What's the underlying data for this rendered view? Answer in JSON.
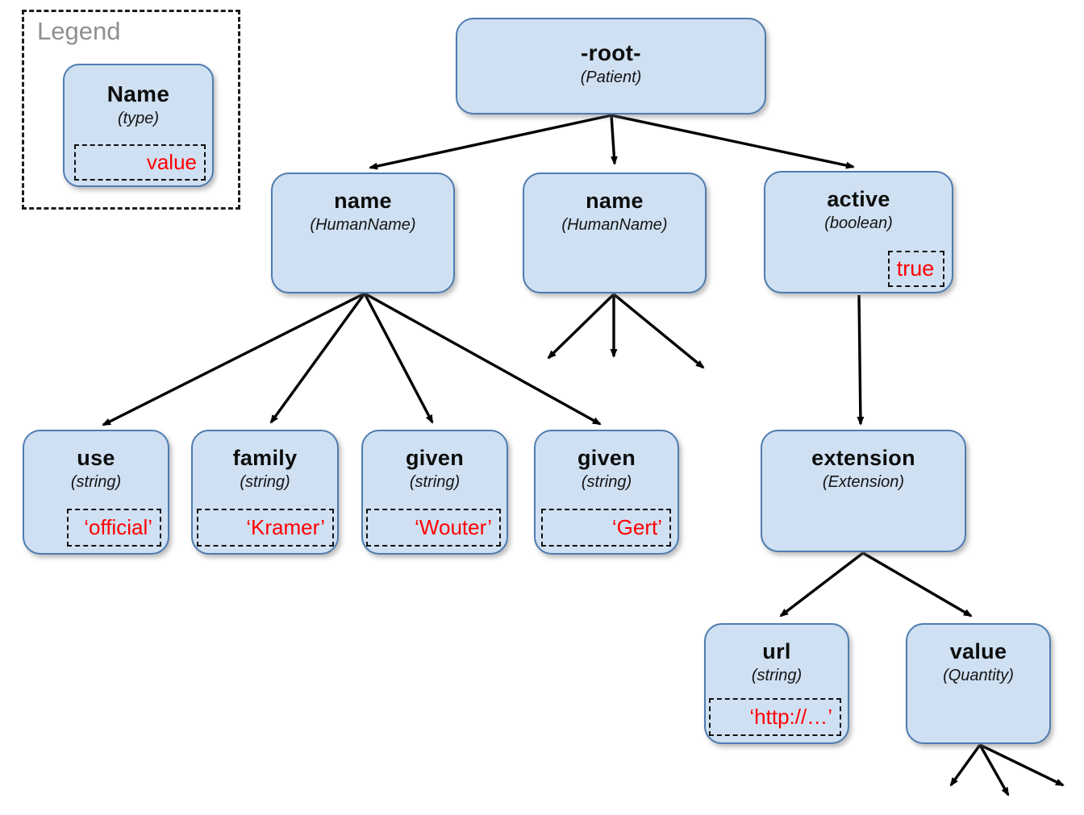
{
  "legend": {
    "title": "Legend",
    "sample": {
      "label": "Name",
      "type": "(type)",
      "value": "value"
    }
  },
  "nodes": {
    "root": {
      "label": "-root-",
      "type": "(Patient)"
    },
    "name1": {
      "label": "name",
      "type": "(HumanName)"
    },
    "name2": {
      "label": "name",
      "type": "(HumanName)"
    },
    "active": {
      "label": "active",
      "type": "(boolean)",
      "value": "true"
    },
    "use": {
      "label": "use",
      "type": "(string)",
      "value": "‘official’"
    },
    "family": {
      "label": "family",
      "type": "(string)",
      "value": "‘Kramer’"
    },
    "given1": {
      "label": "given",
      "type": "(string)",
      "value": "‘Wouter’"
    },
    "given2": {
      "label": "given",
      "type": "(string)",
      "value": "‘Gert’"
    },
    "extension": {
      "label": "extension",
      "type": "(Extension)"
    },
    "url": {
      "label": "url",
      "type": "(string)",
      "value": "‘http://…’"
    },
    "value": {
      "label": "value",
      "type": "(Quantity)"
    }
  },
  "colors": {
    "node_fill": "#cfe0f2",
    "node_border": "#4f7cb0",
    "value_red": "#ff0000",
    "arrow": "#000000",
    "legend_title": "#8f8f8f"
  }
}
